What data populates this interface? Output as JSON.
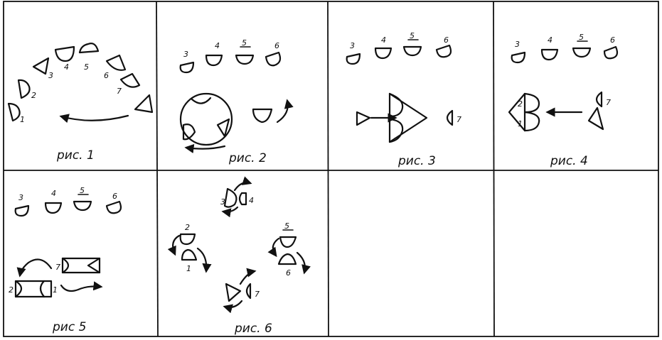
{
  "captions": {
    "fig1": "рис. 1",
    "fig2": "рис. 2",
    "fig3": "рис. 3",
    "fig4": "рис. 4",
    "fig5": "рис 5",
    "fig6": "рис. 6"
  },
  "labels": {
    "n1": "1",
    "n2": "2",
    "n3": "3",
    "n4": "4",
    "n5": "5",
    "n6": "6",
    "n7": "7"
  }
}
